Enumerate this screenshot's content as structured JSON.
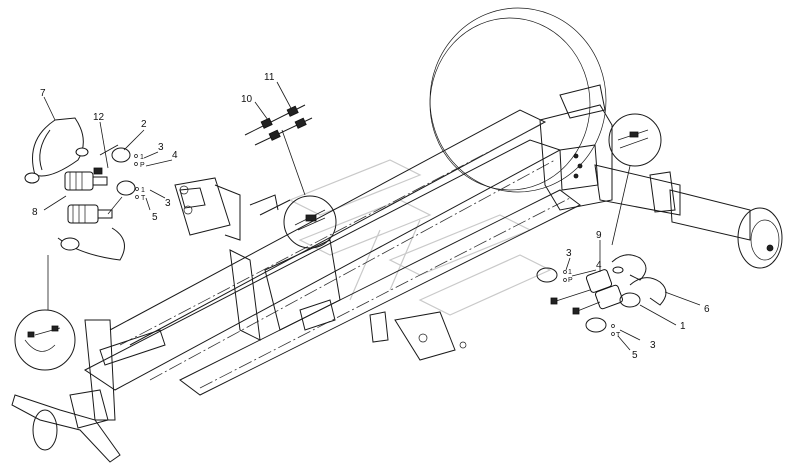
{
  "callouts": {
    "c7": "7",
    "c12": "12",
    "c2a": "2",
    "c3a": "3",
    "c1a": "1",
    "cPa": "P",
    "c4a": "4",
    "c1b": "1",
    "cTa": "T",
    "c3b": "3",
    "c5a": "5",
    "c8": "8",
    "c11": "11",
    "c10": "10",
    "c3c": "3",
    "c4b": "4",
    "cPb": "P",
    "c9": "9",
    "c6": "6",
    "c1c": "1",
    "c1d": "1",
    "cTb": "T",
    "c3d": "3",
    "c5b": "5"
  },
  "colors": {
    "line": "#1a1a1a",
    "background": "#ffffff",
    "watermark": "#c9c9c9"
  }
}
